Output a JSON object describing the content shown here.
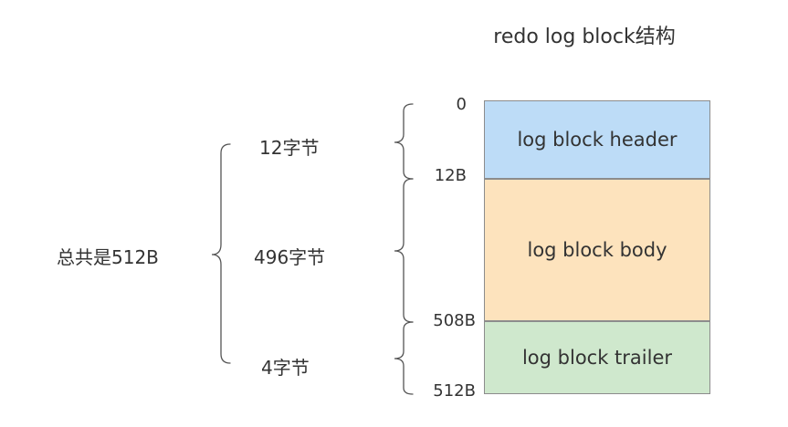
{
  "title": "redo log block结构",
  "total_label": "总共是512B",
  "sizes": {
    "header": "12字节",
    "body": "496字节",
    "trailer": "4字节"
  },
  "offsets": {
    "start": "0",
    "header_end": "12B",
    "body_end": "508B",
    "trailer_end": "512B"
  },
  "blocks": {
    "header": {
      "label": "log block header",
      "color": "#bddcf7"
    },
    "body": {
      "label": "log block body",
      "color": "#fde3bd"
    },
    "trailer": {
      "label": "log block trailer",
      "color": "#cfe8cd"
    }
  }
}
